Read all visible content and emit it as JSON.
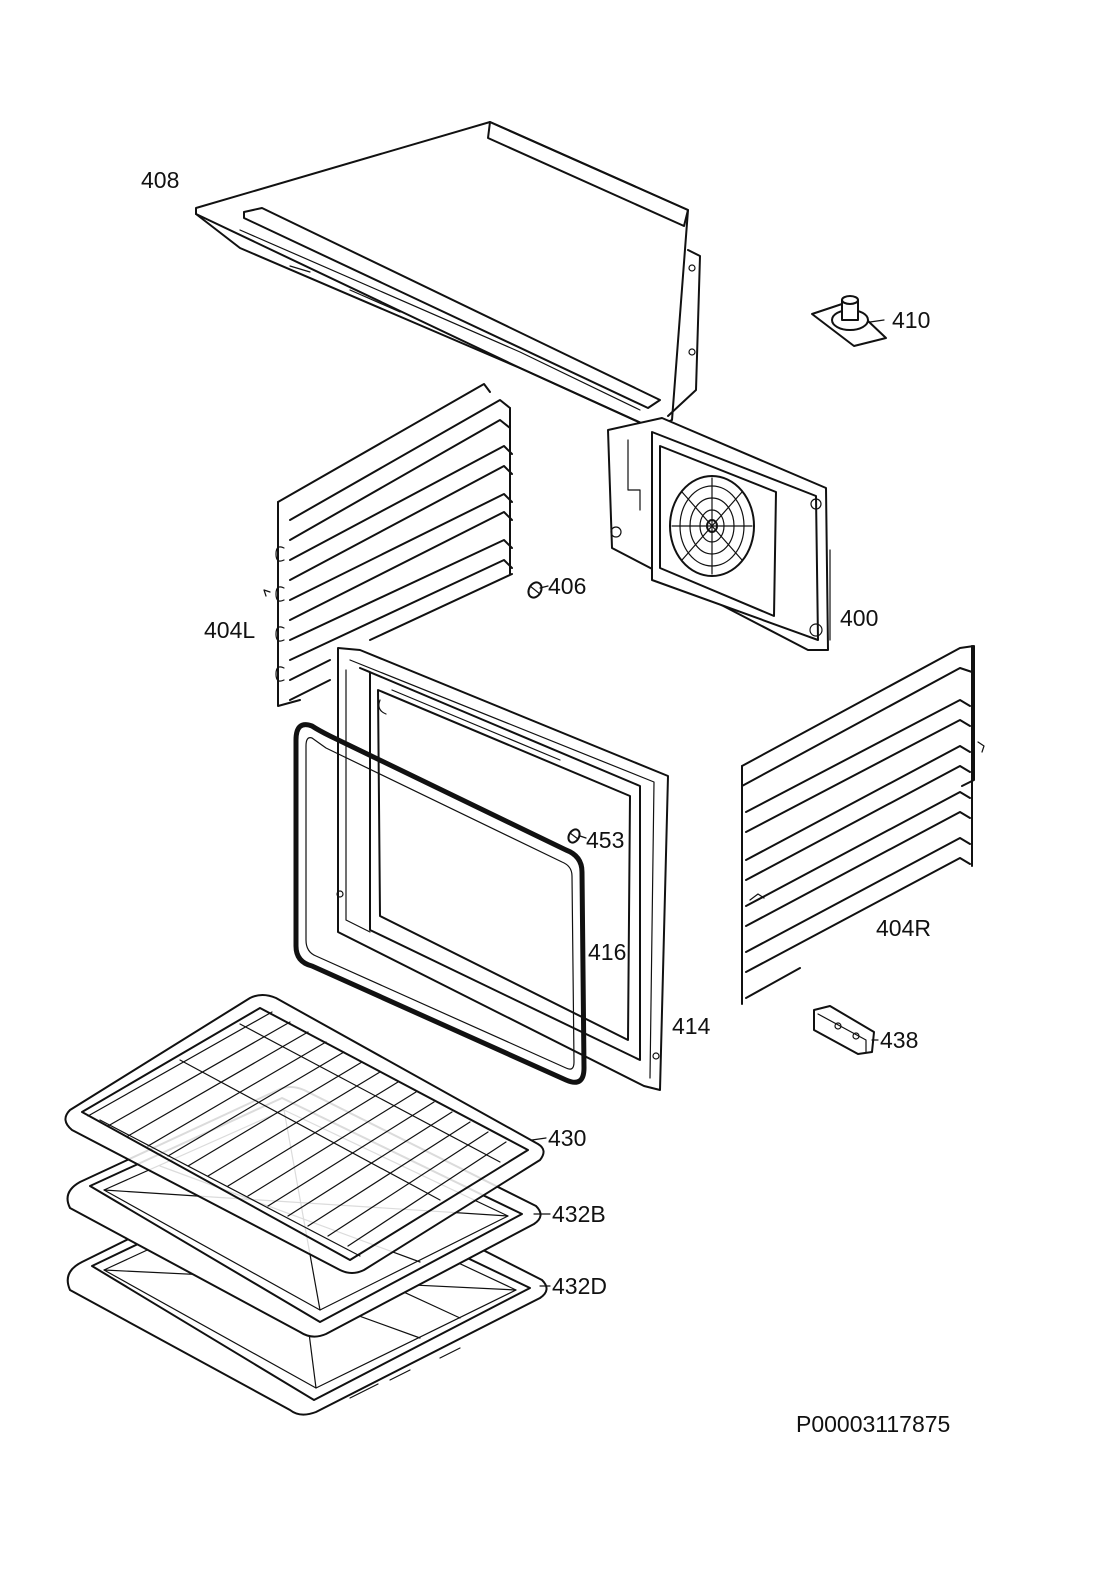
{
  "parts": [
    {
      "id": "p408",
      "label": "408"
    },
    {
      "id": "p410",
      "label": "410"
    },
    {
      "id": "p406",
      "label": "406"
    },
    {
      "id": "p404L",
      "label": "404L"
    },
    {
      "id": "p400",
      "label": "400"
    },
    {
      "id": "p453",
      "label": "453"
    },
    {
      "id": "p416",
      "label": "416"
    },
    {
      "id": "p404R",
      "label": "404R"
    },
    {
      "id": "p414",
      "label": "414"
    },
    {
      "id": "p438",
      "label": "438"
    },
    {
      "id": "p430",
      "label": "430"
    },
    {
      "id": "p432B",
      "label": "432B"
    },
    {
      "id": "p432D",
      "label": "432D"
    }
  ],
  "drawing_code": "P00003117875",
  "colors": {
    "line": "#111111",
    "background": "#ffffff"
  }
}
